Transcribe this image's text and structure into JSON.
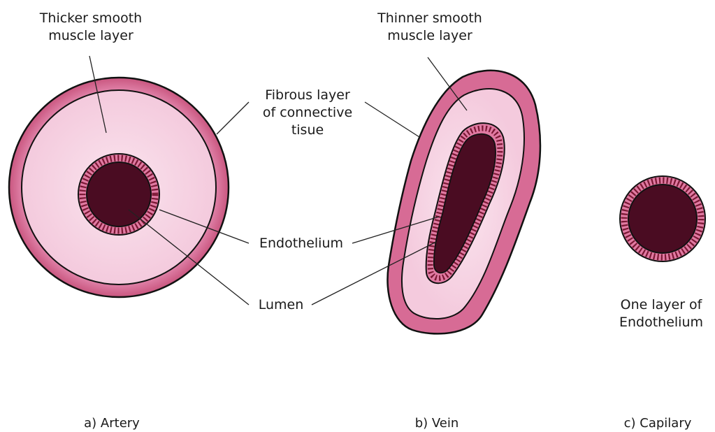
{
  "labels": {
    "artery_muscle": [
      "Thicker smooth",
      "muscle layer"
    ],
    "vein_muscle": [
      "Thinner smooth",
      "muscle layer"
    ],
    "fibrous": [
      "Fibrous layer",
      "of connective",
      "tisue"
    ],
    "endothelium": "Endothelium",
    "lumen": "Lumen",
    "capillary_note": [
      "One layer of",
      "Endothelium"
    ]
  },
  "captions": {
    "artery": "a) Artery",
    "vein": "b) Vein",
    "capillary": "c) Capilary"
  },
  "colors": {
    "outer_fibrous": "#c9567f",
    "outer_fibrous_light": "#e48ab0",
    "muscle": "#f6d2e2",
    "muscle_light": "#fae4ee",
    "endothelium_ring": "#e07aa2",
    "endothelium_cells": "#7a1834",
    "lumen": "#4a0c22",
    "outline": "#111111"
  }
}
